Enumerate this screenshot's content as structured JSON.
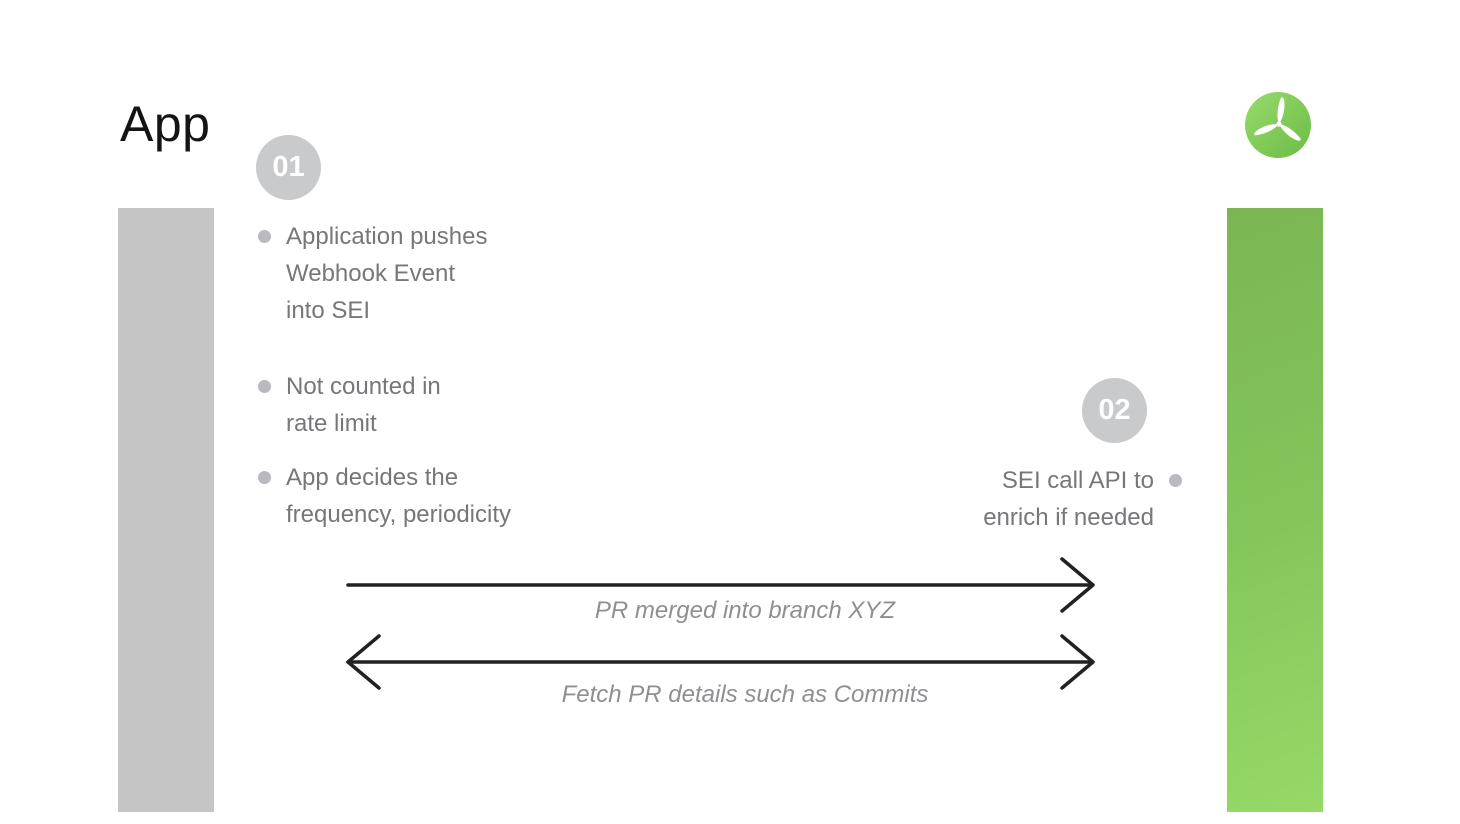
{
  "header": {
    "title": "App"
  },
  "logo": {
    "name": "propeller-logo"
  },
  "colors": {
    "gray_bar": "#c5c5c6",
    "green_bar_top": "#7ab753",
    "green_bar_bottom": "#96d967",
    "badge_bg": "#c9cacb",
    "badge_text": "#ffffff",
    "bullet_dot": "#b9bac0",
    "body_text": "#76777b",
    "label_text": "#8e8f92",
    "arrow": "#212121",
    "logo_green_light": "#98da6e",
    "logo_green_dark": "#6cbc45"
  },
  "left_column": {
    "step_badge": "01",
    "bullets": [
      {
        "lines": [
          "Application pushes",
          "Webhook Event",
          "into SEI"
        ]
      },
      {
        "lines": [
          "Not counted in",
          "rate limit"
        ]
      },
      {
        "lines": [
          "App decides the",
          "frequency, periodicity"
        ]
      }
    ]
  },
  "right_column": {
    "step_badge": "02",
    "bullets": [
      {
        "lines": [
          "SEI call API to",
          "enrich if needed"
        ]
      }
    ]
  },
  "arrows": [
    {
      "label": "PR merged into branch XYZ",
      "direction": "right"
    },
    {
      "label": "Fetch PR details such as Commits",
      "direction": "both"
    }
  ]
}
